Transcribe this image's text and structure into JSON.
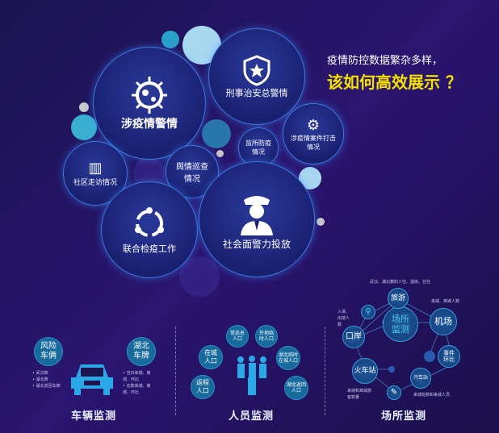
{
  "headline": {
    "line1": "疫情防控数据繁杂多样，",
    "line2": "该如何高效展示 ？"
  },
  "bubbles": {
    "epidemic_alerts": "涉疫情警情",
    "criminal_alerts": "刑事治安总警情",
    "prison_prevention": "监所防疫情况",
    "epidemic_cases": "涉疫情案件打击情况",
    "community_visits": "社区走访情况",
    "public_opinion": "舆情巡查情况",
    "joint_quarantine": "联合检疫工作",
    "police_deployment": "社会面警力投放"
  },
  "vehicle": {
    "title": "车辆监测",
    "risk": "风险车俩",
    "hubei": "湖北车牌",
    "left_items": [
      "武汉牌",
      "湖北牌",
      "湖北返回车牌"
    ],
    "right_items": [
      "当日来城、离城、环比",
      "总数来城、离城、环比"
    ]
  },
  "people": {
    "title": "人员监测",
    "items": [
      "常态总人口",
      "外地临时人口",
      "在城人口",
      "湖北临时在城人口",
      "返程人口",
      "湖北返回人口"
    ]
  },
  "places": {
    "title": "场所监测",
    "center": "场所监测",
    "nodes": [
      "旅游",
      "机场",
      "口岸",
      "事件环比",
      "火车站",
      "汽车站"
    ],
    "notes": [
      "武汉、湖北籍的人住、退房、在住",
      "来城、离城人数",
      "入境、出境人数",
      "来城和离城旅客数量",
      "来城班数和来城人员"
    ]
  },
  "colors": {
    "accent": "#f5e000",
    "node": "#176a9c"
  }
}
